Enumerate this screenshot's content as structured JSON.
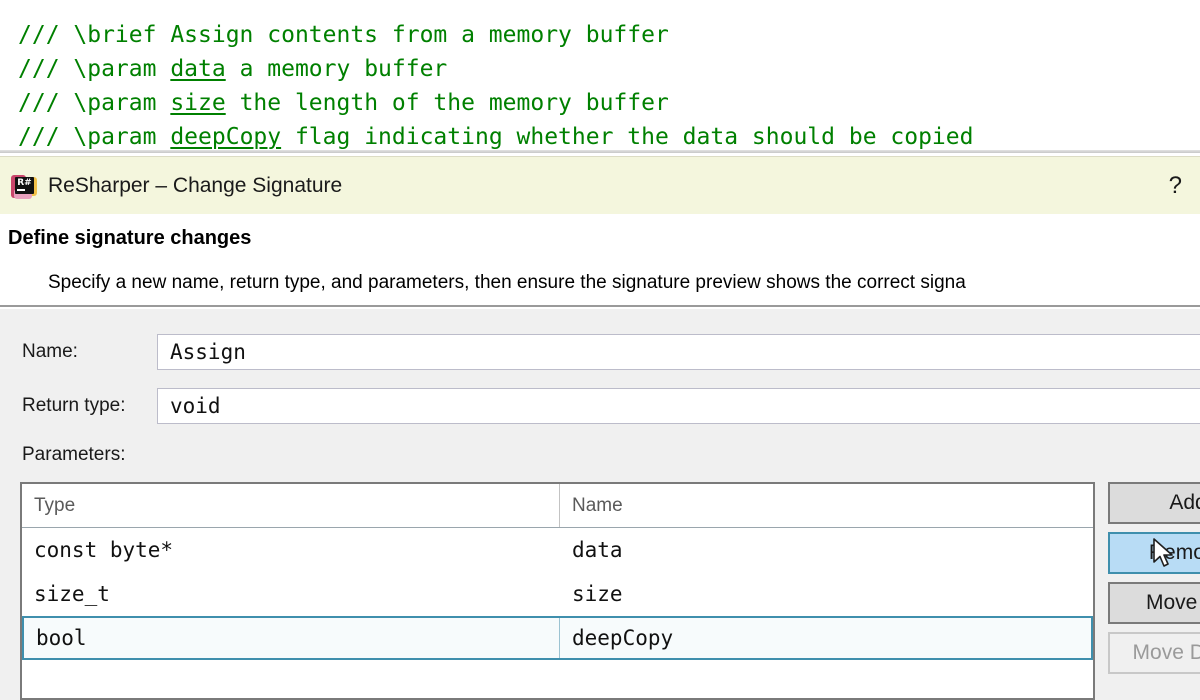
{
  "editor": {
    "lines": [
      {
        "prefix": "/// \\brief Assign contents from a memory buffer",
        "underlined": "",
        "suffix": ""
      },
      {
        "prefix": "/// \\param ",
        "underlined": "data",
        "suffix": " a memory buffer"
      },
      {
        "prefix": "/// \\param ",
        "underlined": "size",
        "suffix": " the length of the memory buffer"
      },
      {
        "prefix": "/// \\param ",
        "underlined": "deepCopy",
        "suffix": " flag indicating whether the data should be copied"
      }
    ],
    "comment_color": "#008000"
  },
  "dialog": {
    "icon_name": "resharper-icon",
    "icon_text": "R#",
    "title": "ReSharper – Change Signature",
    "help_label": "?",
    "titlebar_color": "#f4f6dd"
  },
  "header": {
    "title": "Define signature changes",
    "description": "Specify a new name, return type, and parameters, then ensure the signature preview shows the correct signa"
  },
  "form": {
    "name_label": "Name:",
    "name_value": "Assign",
    "return_label": "Return type:",
    "return_value": "void",
    "parameters_label": "Parameters:"
  },
  "grid": {
    "columns": [
      "Type",
      "Name"
    ],
    "rows": [
      {
        "type": "const byte*",
        "name": "data",
        "selected": false
      },
      {
        "type": "size_t",
        "name": "size",
        "selected": false
      },
      {
        "type": "bool",
        "name": "deepCopy",
        "selected": true
      }
    ],
    "selection_color": "#3f8fad"
  },
  "buttons": [
    {
      "label": "Add",
      "state": "normal"
    },
    {
      "label": "Remove",
      "state": "hover"
    },
    {
      "label": "Move Up",
      "state": "normal"
    },
    {
      "label": "Move Down",
      "state": "disabled"
    }
  ]
}
